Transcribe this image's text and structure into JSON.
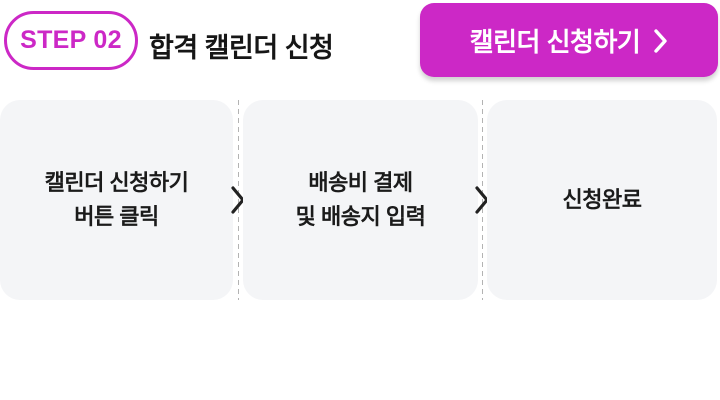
{
  "header": {
    "step_label": "STEP 02",
    "title": "합격 캘린더 신청",
    "cta_label": "캘린더 신청하기"
  },
  "flow_steps": [
    {
      "lines": [
        "캘린더 신청하기",
        "버튼 클릭"
      ]
    },
    {
      "lines": [
        "배송비 결제",
        "및 배송지 입력"
      ]
    },
    {
      "lines": [
        "신청완료"
      ]
    }
  ],
  "icons": {
    "cta_icon": "chevron-right-icon",
    "flow_connector_icon": "chevron-right-icon"
  },
  "colors": {
    "accent_magenta": "#cc28c6",
    "card_background": "#f4f5f7",
    "text_dark": "#1b1b1b",
    "separator_gray": "#b3b3b3",
    "button_text": "#ffffff"
  }
}
